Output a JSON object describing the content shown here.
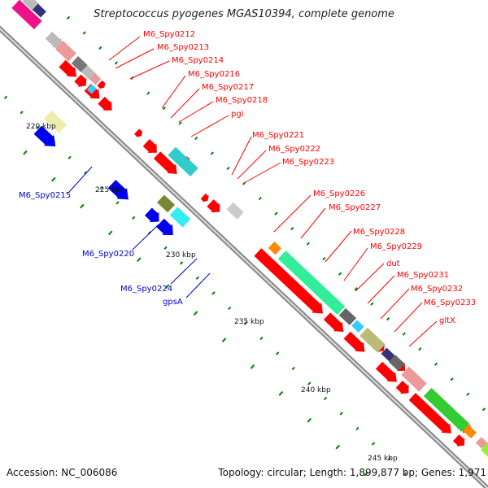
{
  "title": "Streptococcus pyogenes MGAS10394, complete genome",
  "accession": "Accession: NC_006086",
  "summary": "Topology: circular; Length: 1,899,877 bp; Genes: 1,971",
  "colors": {
    "outer_strand": "#ff0000",
    "label_outer": "#ff0000",
    "label_inner": "#0000cc",
    "tick": "#008000",
    "backbone": "#888888"
  },
  "kbp_labels": [
    "220 kbp",
    "225 kbp",
    "230 kbp",
    "235 kbp",
    "240 kbp",
    "245 kbp"
  ],
  "outer_labels": [
    "M6_Spy0212",
    "M6_Spy0213",
    "M6_Spy0214",
    "M6_Spy0216",
    "M6_Spy0217",
    "M6_Spy0218",
    "pgi",
    "M6_Spy0221",
    "M6_Spy0222",
    "M6_Spy0223",
    "M6_Spy0226",
    "M6_Spy0227",
    "M6_Spy0228",
    "M6_Spy0229",
    "dut",
    "M6_Spy0231",
    "M6_Spy0232",
    "M6_Spy0233",
    "gltX"
  ],
  "inner_labels": [
    "M6_Spy0215",
    "M6_Spy0220",
    "M6_Spy0224",
    "gpsA"
  ]
}
